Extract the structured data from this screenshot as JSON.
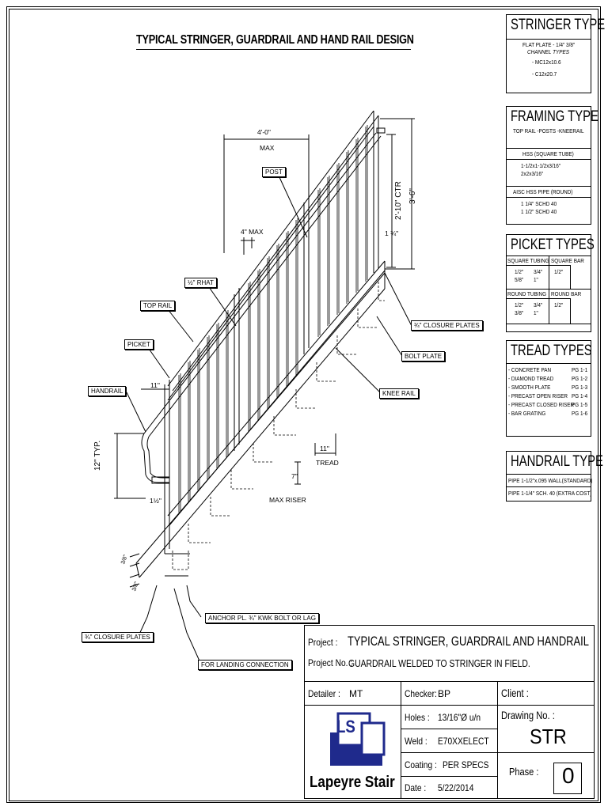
{
  "title": "TYPICAL STRINGER, GUARDRAIL AND HAND RAIL DESIGN",
  "labels": {
    "post": "POST",
    "four_zero": "4'-0\"",
    "max": "MAX",
    "four_max": "4\" MAX",
    "rhat": "½\" RHAT",
    "top_rail": "TOP RAIL",
    "picket": "PICKET",
    "handrail": "HANDRAIL",
    "eleven_top": "11\"",
    "twelve_typ": "12\" TYP.",
    "one_half": "1½\"",
    "two_ten_ctr": "2'-10\" CTR",
    "three_six": "3'-6\"",
    "one_three_quarter": "1 ¾\"",
    "closure_plates_right": "¾\" CLOSURE PLATES",
    "bolt_plate": "BOLT PLATE",
    "knee_rail": "KNEE RAIL",
    "eleven_tread": "11\"",
    "tread": "TREAD",
    "seven": "7\"",
    "max_riser": "MAX RISER",
    "three_eighths_a": "3/8\"",
    "three_eighths_b": "3/8\"",
    "anchor": "ANCHOR PL. ¾\" KWK BOLT OR LAG",
    "closure_plates_left": "¾\" CLOSURE PLATES",
    "landing": "FOR LANDING CONNECTION"
  },
  "stringer_type": {
    "title": "STRINGER TYPE",
    "flat_plate": "FLAT PLATE - 1/4\"  3/8\"",
    "channel_types": "CHANNEL TYPES",
    "items": [
      "-  MC12x10.6",
      "-  C12x20.7"
    ]
  },
  "framing_type": {
    "title": "FRAMING TYPE",
    "subtitle": "TOP RAIL -POSTS -KNEERAIL",
    "hss_header": "HSS (SQUARE TUBE)",
    "hss_items": [
      "1-1/2x1-1/2x3/16\"",
      "2x2x3/16\""
    ],
    "pipe_header": "AISC HSS PIPE (ROUND)",
    "pipe_items": [
      "1 1/4\" SCHD 40",
      "1 1/2\" SCHD 40"
    ]
  },
  "picket_types": {
    "title": "PICKET TYPES",
    "sq_tubing": "SQUARE TUBING",
    "sq_bar": "SQUARE BAR",
    "sq_tubing_a": [
      "1/2\"",
      "5/8\""
    ],
    "sq_tubing_b": [
      "3/4\"",
      "1\""
    ],
    "sq_bar_vals": [
      "1/2\""
    ],
    "rd_tubing": "ROUND TUBING",
    "rd_bar": "ROUND BAR",
    "rd_tubing_a": [
      "1/2\"",
      "3/8\""
    ],
    "rd_tubing_b": [
      "3/4\"",
      "1\""
    ],
    "rd_bar_vals": [
      "1/2\""
    ]
  },
  "tread_types": {
    "title": "TREAD TYPES",
    "items": [
      {
        "name": "- CONCRETE PAN",
        "pg": "PG 1-1"
      },
      {
        "name": "- DIAMOND TREAD",
        "pg": "PG 1-2"
      },
      {
        "name": "- SMOOTH PLATE",
        "pg": "PG 1-3"
      },
      {
        "name": "- PRECAST OPEN RISER",
        "pg": "PG 1-4"
      },
      {
        "name": "- PRECAST CLOSED RISER",
        "pg": "PG 1-5"
      },
      {
        "name": "- BAR GRATING",
        "pg": "PG 1-6"
      }
    ]
  },
  "handrail_type": {
    "title": "HANDRAIL TYPE",
    "items": [
      "PIPE 1-1/2\"x.095 WALL(STANDARD)",
      "PIPE 1-1/4\" SCH. 40  (EXTRA COST)"
    ]
  },
  "title_block": {
    "project_label": "Project :",
    "project_value": "TYPICAL STRINGER, GUARDRAIL AND HANDRAIL",
    "project_no_label": "Project No. :",
    "project_no_value": "GUARDRAIL WELDED TO STRINGER IN FIELD.",
    "detailer_label": "Detailer :",
    "detailer_value": "MT",
    "checker_label": "Checker:",
    "checker_value": "BP",
    "client_label": "Client :",
    "holes_label": "Holes :",
    "holes_value": "13/16\"Ø u/n",
    "weld_label": "Weld :",
    "weld_value": "E70XXELECT",
    "coating_label": "Coating :",
    "coating_value": "PER SPECS",
    "date_label": "Date :",
    "date_value": "5/22/2014",
    "drawing_no_label": "Drawing No. :",
    "drawing_no_value": "STR",
    "phase_label": "Phase :",
    "phase_value": "0",
    "logo_mark": "LS",
    "company": "Lapeyre Stair",
    "logo_color": "#1f2a8c"
  }
}
